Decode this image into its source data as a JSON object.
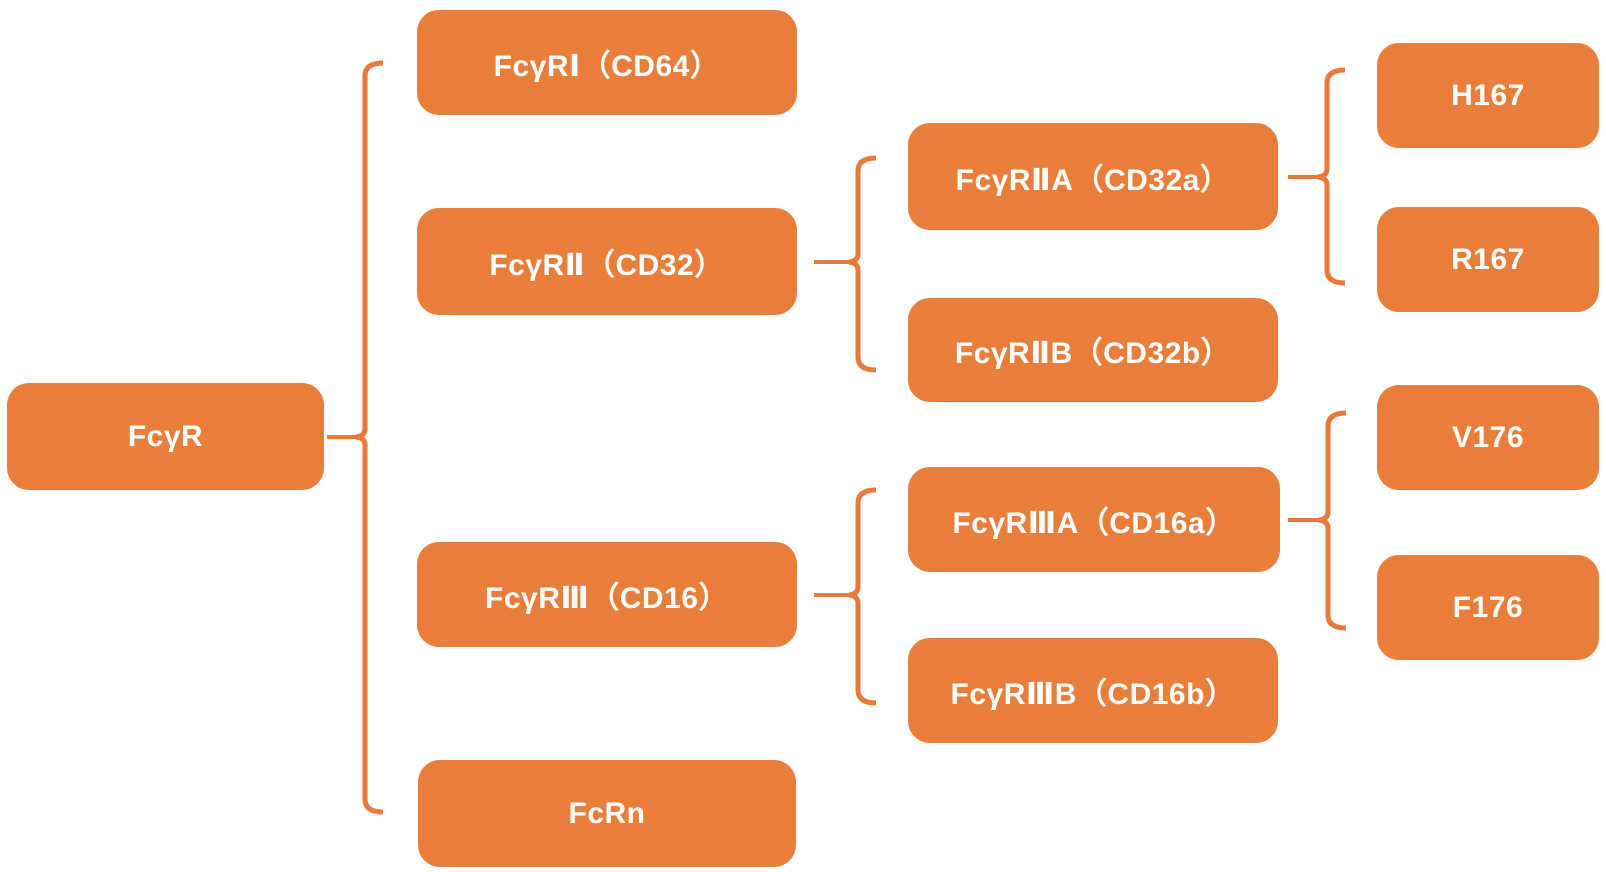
{
  "colors": {
    "background": "#FFFFFF",
    "node_fill": "#E87E3A",
    "node_text": "#FFFFFF",
    "connector": "#E8793A"
  },
  "tree": {
    "label": "FcγR",
    "children": [
      {
        "label": "FcγRⅠ（CD64）",
        "children": []
      },
      {
        "label": "FcγRⅡ（CD32）",
        "children": [
          {
            "label": "FcγRⅡA（CD32a）",
            "children": [
              {
                "label": "H167"
              },
              {
                "label": "R167"
              }
            ]
          },
          {
            "label": "FcγRⅡB（CD32b）",
            "children": []
          }
        ]
      },
      {
        "label": "FcγRⅢ（CD16）",
        "children": [
          {
            "label": "FcγRⅢA（CD16a）",
            "children": [
              {
                "label": "V176"
              },
              {
                "label": "F176"
              }
            ]
          },
          {
            "label": "FcγRⅢB（CD16b）",
            "children": []
          }
        ]
      },
      {
        "label": "FcRn",
        "children": []
      }
    ]
  }
}
